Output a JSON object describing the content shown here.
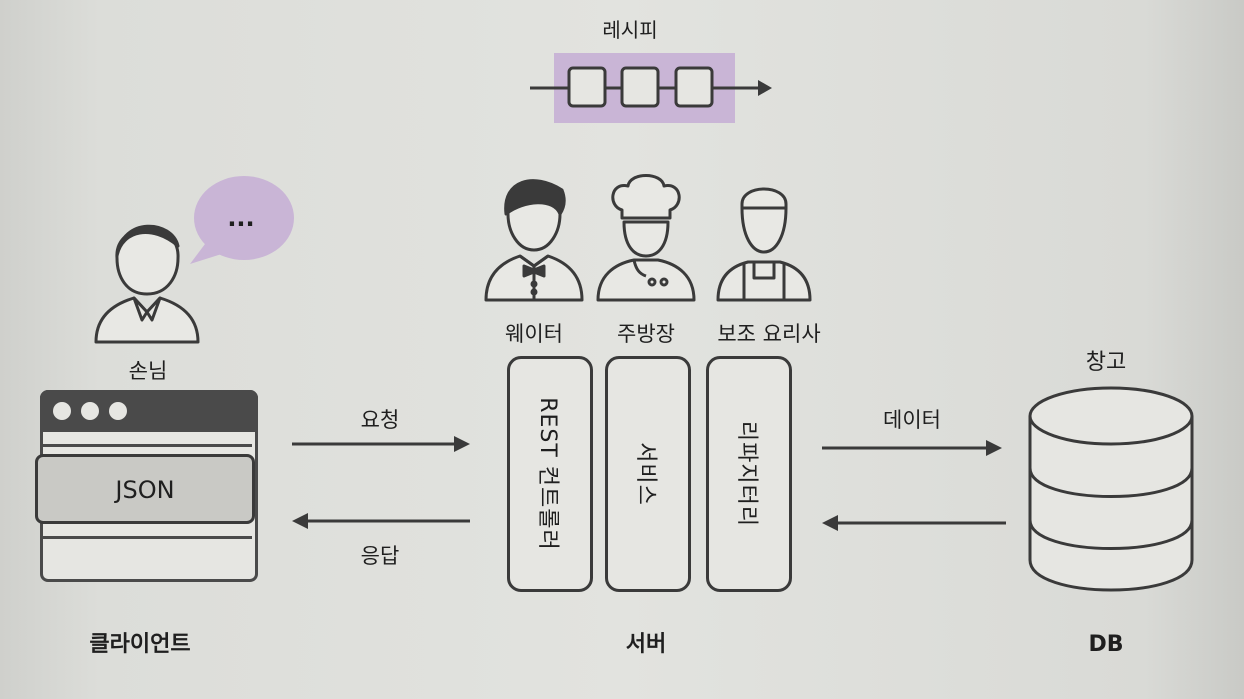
{
  "recipe": {
    "label": "레시피"
  },
  "client": {
    "person_label": "손님",
    "bubble_text": "...",
    "json_label": "JSON",
    "title": "클라이언트"
  },
  "staff": {
    "waiter_label": "웨이터",
    "chef_label": "주방장",
    "assistant_label": "보조 요리사"
  },
  "server": {
    "title": "서버",
    "boxes": [
      "REST 컨트롤러",
      "서비스",
      "리파지터리"
    ]
  },
  "warehouse": {
    "label": "창고",
    "db_label": "DB"
  },
  "arrows": {
    "request": "요청",
    "response": "응답",
    "data": "데이터"
  },
  "colors": {
    "accent_purple": "#c9b5d6",
    "stroke": "#3a3a3a"
  }
}
